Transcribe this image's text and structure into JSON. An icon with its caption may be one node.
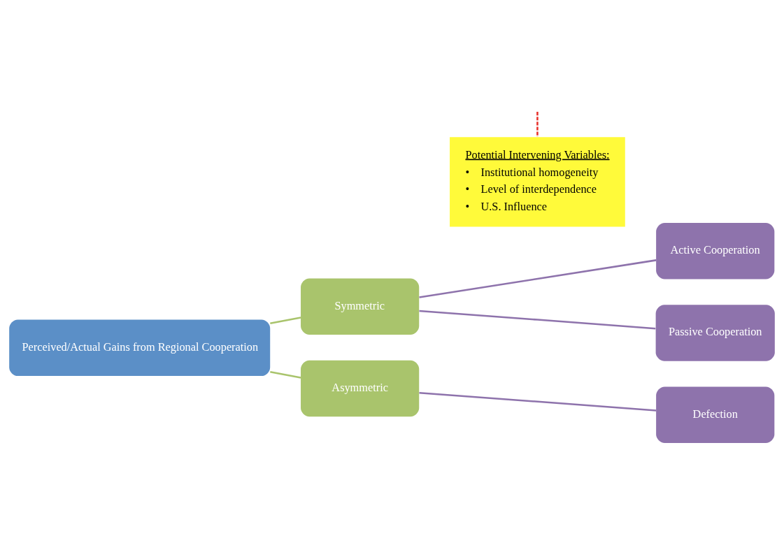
{
  "diagram": {
    "nodes": [
      {
        "text": [
          "Perceived/Actual Gains from Regional Cooperation"
        ]
      },
      {
        "text": [
          "Symmetric"
        ]
      },
      {
        "text": [
          "Asymmetric"
        ]
      },
      {
        "text": [
          "Active Cooperation"
        ]
      },
      {
        "text": [
          "Passive Cooperation"
        ]
      },
      {
        "text": [
          "Defection"
        ]
      },
      {
        "text": [
          "Potential Intervening Variables:",
          "•    Institutional homogeneity",
          "•    Level of interdependence",
          "•    U.S. Influence"
        ]
      }
    ],
    "edges": [
      {
        "from": 0,
        "to": 1,
        "arrow": "none",
        "color": "#a9c46c"
      },
      {
        "from": 0,
        "to": 2,
        "arrow": "none",
        "color": "#a9c46c"
      },
      {
        "from": 1,
        "to": 3,
        "arrow": "none"
      },
      {
        "from": 1,
        "to": 4,
        "arrow": "none"
      },
      {
        "from": 2,
        "to": 5,
        "arrow": "none"
      },
      {
        "from": null,
        "to": 6,
        "arrow": "none",
        "style": "dashed",
        "color": "#e8302a"
      }
    ]
  }
}
